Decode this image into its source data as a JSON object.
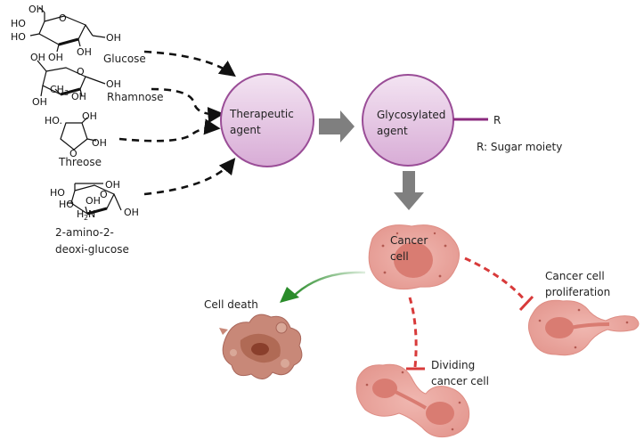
{
  "sugars": {
    "glucose": "Glucose",
    "rhamnose": "Rhamnose",
    "threose": "Threose",
    "aminoglucose_line1": "2-amino-2-",
    "aminoglucose_line2": "deoxi-glucose"
  },
  "chem": {
    "oh": "OH",
    "ho": "HO",
    "o": "O",
    "ho_dot": "HO.",
    "ch3": "CH",
    "sub3": "3",
    "h2n_h": "H",
    "h2n_sub": "2",
    "h2n_n": "N"
  },
  "nodes": {
    "therapeutic_line1": "Therapeutic",
    "therapeutic_line2": "agent",
    "glycosylated_line1": "Glycosylated",
    "glycosylated_line2": "agent",
    "r_label": "R",
    "r_legend": "R: Sugar moiety"
  },
  "cells": {
    "cancer_line1": "Cancer",
    "cancer_line2": "cell",
    "cell_death": "Cell death",
    "dividing_line1": "Dividing",
    "dividing_line2": "cancer cell",
    "prolif_line1": "Cancer cell",
    "prolif_line2": "proliferation"
  },
  "colors": {
    "node_fill": "#e4c6e3",
    "node_stroke": "#9a4d97",
    "block_arrow": "#7f7f7f",
    "r_bond": "#8b2a7e",
    "cell_fill": "#eba69e",
    "cell_nucleus": "#d97c72",
    "death_arrow": "#2a8c2a",
    "inhibit_arrow": "#d83a3a"
  }
}
